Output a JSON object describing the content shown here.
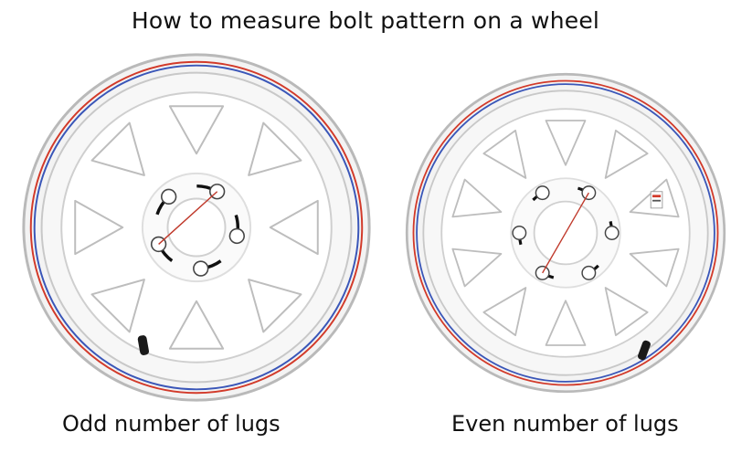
{
  "title": "How to measure bolt pattern on a wheel",
  "wheels": [
    {
      "caption": "Odd number of lugs",
      "lug_count": 5
    },
    {
      "caption": "Even number of lugs",
      "lug_count": 6
    }
  ],
  "colors": {
    "stripe_red": "#d23a2a",
    "stripe_blue": "#3a56b8",
    "measure_line": "#c0392b",
    "dash": "#111111"
  }
}
